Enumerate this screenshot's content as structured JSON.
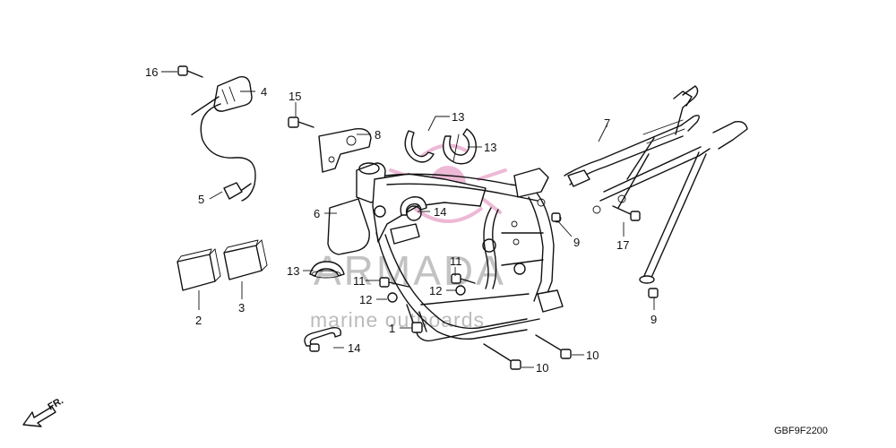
{
  "diagram": {
    "drawing_code": "GBF9F2200",
    "front_marker": "FR.",
    "watermark": {
      "brand": "ARMADA",
      "tagline": "marine outboards",
      "logo_color": "#e8a2c8"
    },
    "callouts": [
      {
        "id": "c16",
        "label": "16"
      },
      {
        "id": "c4",
        "label": "4"
      },
      {
        "id": "c15",
        "label": "15"
      },
      {
        "id": "c8",
        "label": "8"
      },
      {
        "id": "c13a",
        "label": "13"
      },
      {
        "id": "c13b",
        "label": "13"
      },
      {
        "id": "c7",
        "label": "7"
      },
      {
        "id": "c5",
        "label": "5"
      },
      {
        "id": "c6",
        "label": "6"
      },
      {
        "id": "c14a",
        "label": "14"
      },
      {
        "id": "c9a",
        "label": "9"
      },
      {
        "id": "c17",
        "label": "17"
      },
      {
        "id": "c13c",
        "label": "13"
      },
      {
        "id": "c11a",
        "label": "11"
      },
      {
        "id": "c11b",
        "label": "11"
      },
      {
        "id": "c12a",
        "label": "12"
      },
      {
        "id": "c12b",
        "label": "12"
      },
      {
        "id": "c1",
        "label": "1"
      },
      {
        "id": "c2",
        "label": "2"
      },
      {
        "id": "c3",
        "label": "3"
      },
      {
        "id": "c9b",
        "label": "9"
      },
      {
        "id": "c14b",
        "label": "14"
      },
      {
        "id": "c10a",
        "label": "10"
      },
      {
        "id": "c10b",
        "label": "10"
      }
    ]
  }
}
